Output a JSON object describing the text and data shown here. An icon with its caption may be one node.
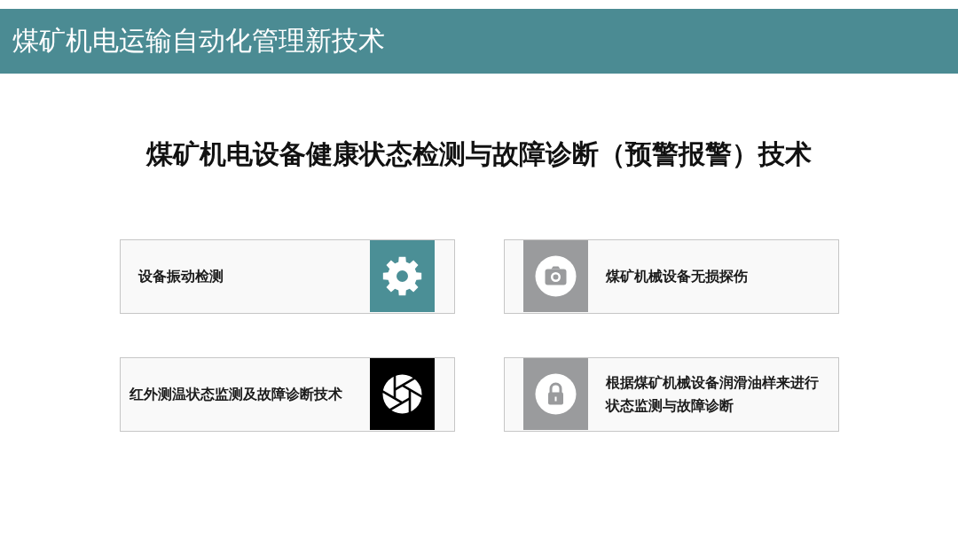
{
  "diagram": {
    "title": "煤矿机电运输自动化管理新技术",
    "nodes": [
      {
        "text": [
          "设备振动检测"
        ]
      },
      {
        "text": [
          "煤矿机械设备无损探伤"
        ]
      },
      {
        "text": [
          "红外测温状态监测及故障诊断技术"
        ]
      },
      {
        "text": [
          "根据煤矿机械设备润滑油样来进行状态监测与故障诊断"
        ]
      }
    ],
    "labels": [
      "煤矿机电设备健康状态检测与故障诊断（预警报警）技术"
    ]
  }
}
